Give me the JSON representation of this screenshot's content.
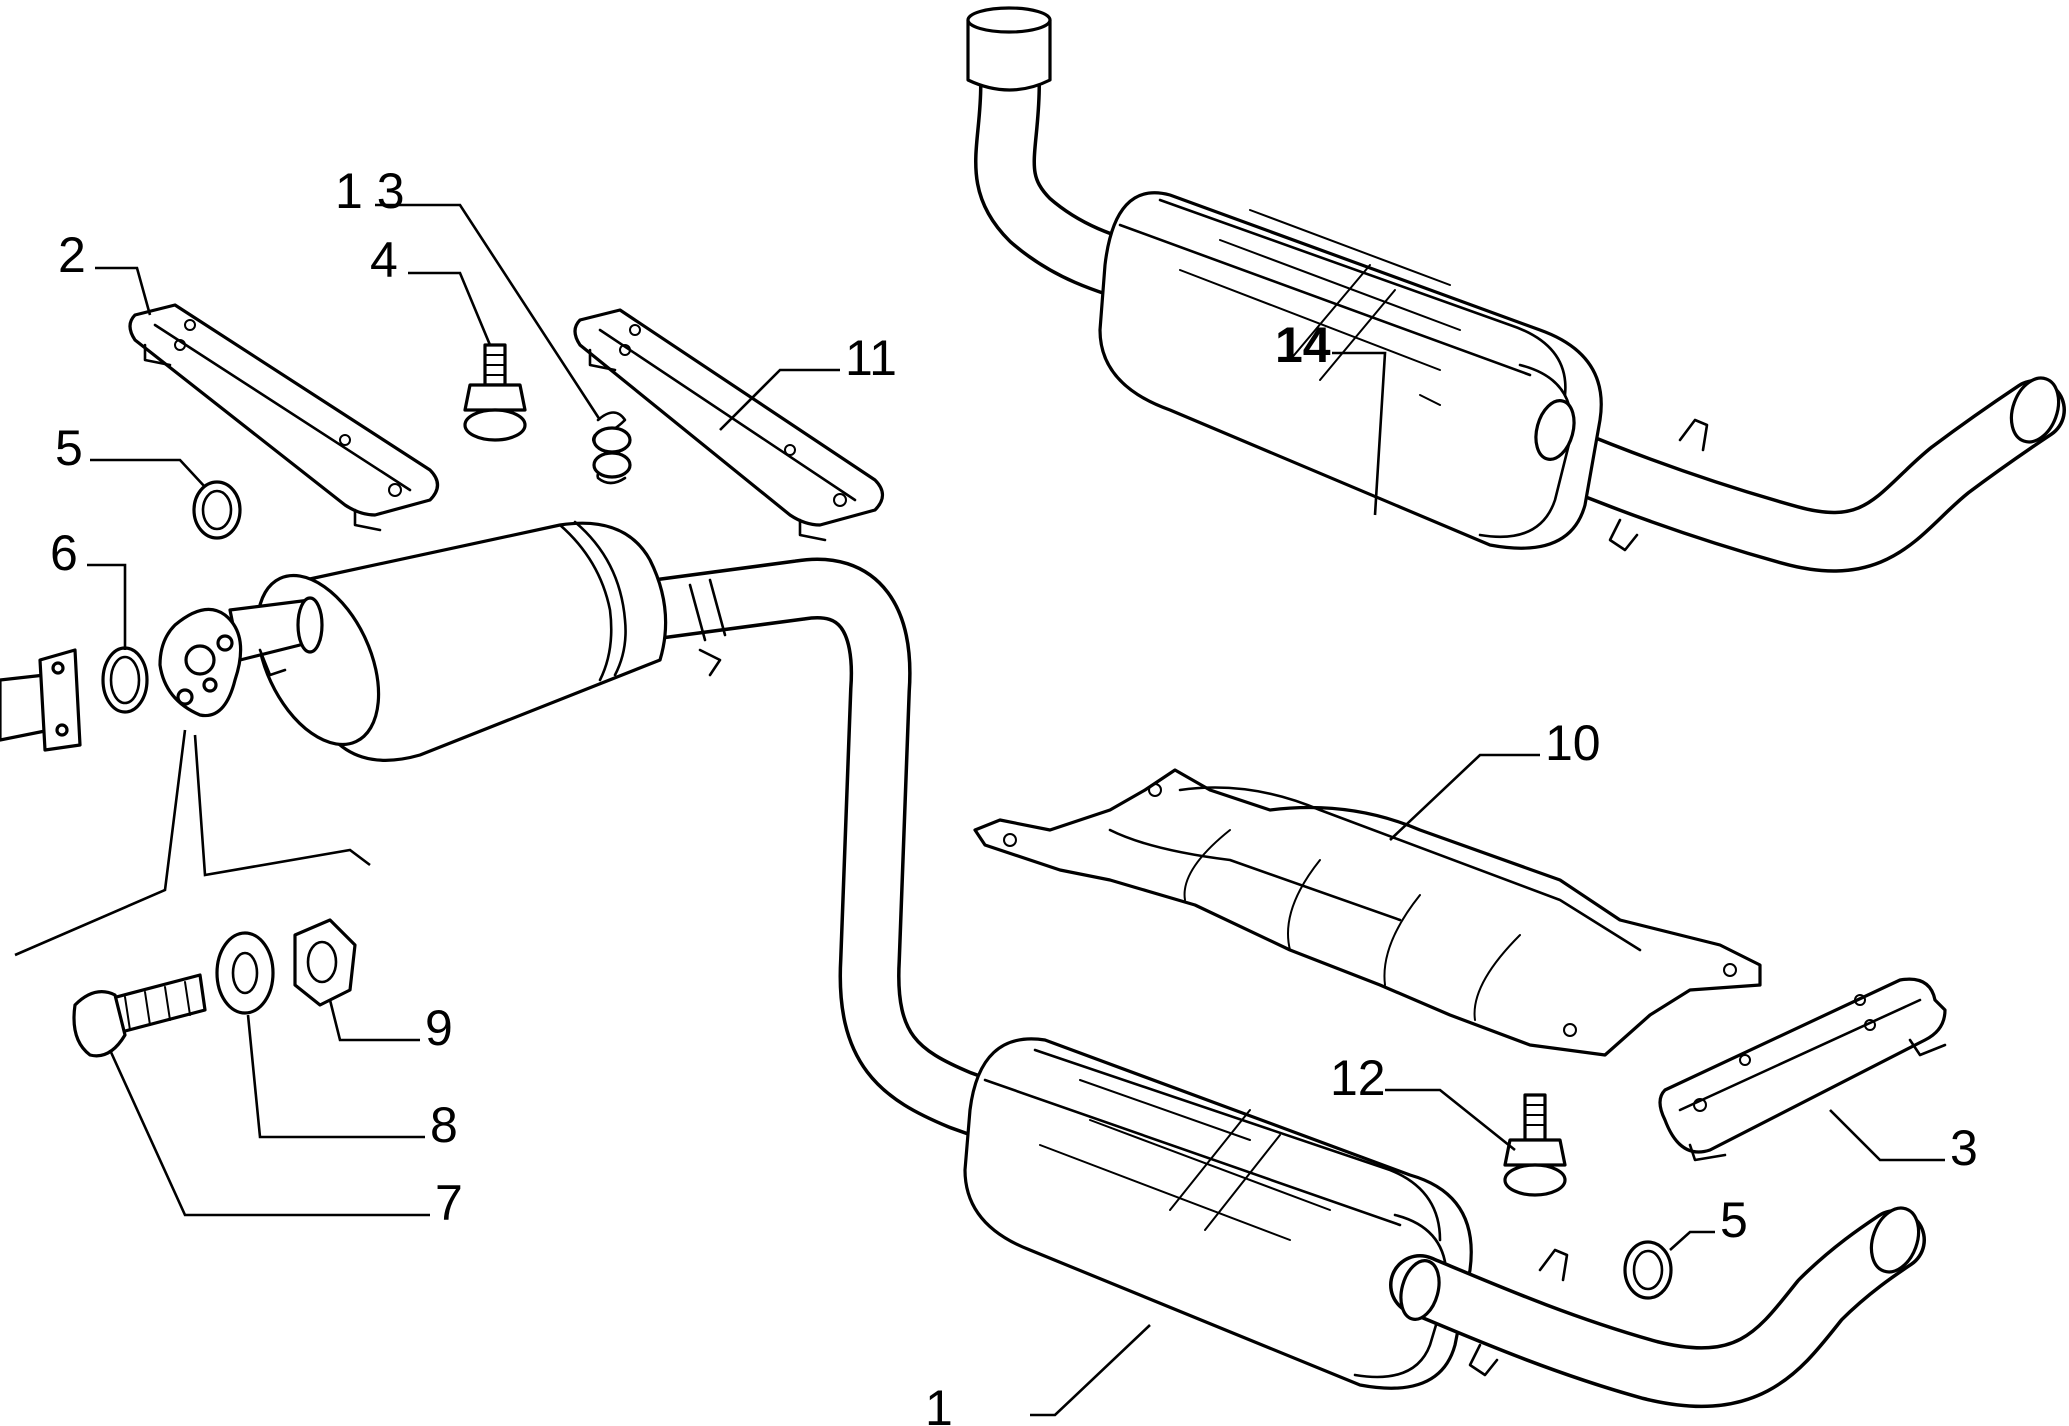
{
  "callouts": [
    {
      "id": "c1",
      "label": "1"
    },
    {
      "id": "c2",
      "label": "2"
    },
    {
      "id": "c3",
      "label": "3"
    },
    {
      "id": "c4",
      "label": "4"
    },
    {
      "id": "c5a",
      "label": "5"
    },
    {
      "id": "c5b",
      "label": "5"
    },
    {
      "id": "c6",
      "label": "6"
    },
    {
      "id": "c7",
      "label": "7"
    },
    {
      "id": "c8",
      "label": "8"
    },
    {
      "id": "c9",
      "label": "9"
    },
    {
      "id": "c10",
      "label": "10"
    },
    {
      "id": "c11",
      "label": "11"
    },
    {
      "id": "c12",
      "label": "12"
    },
    {
      "id": "c13",
      "label": "1 3"
    },
    {
      "id": "c14",
      "label": "14"
    }
  ]
}
